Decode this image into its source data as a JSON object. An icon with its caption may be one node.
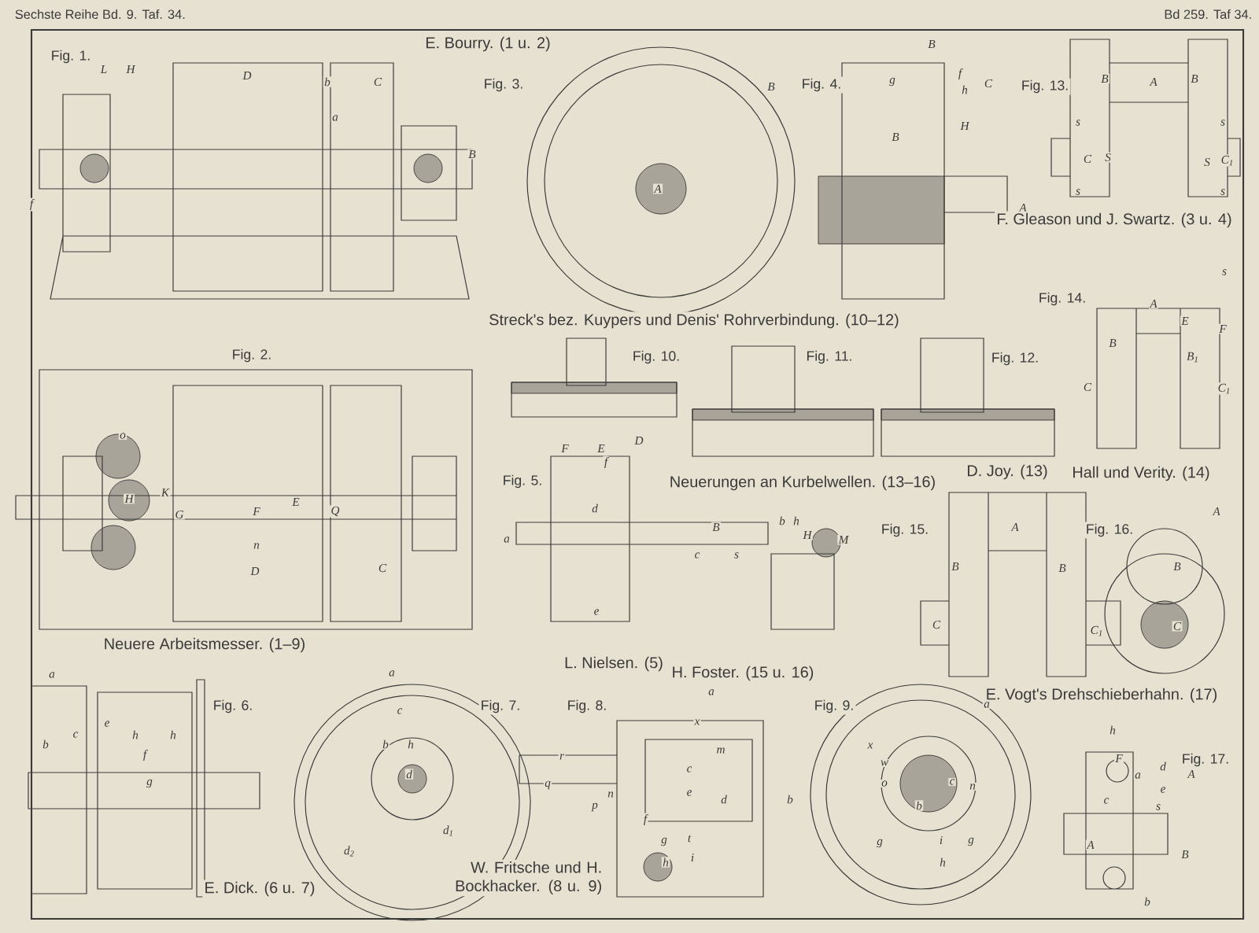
{
  "diagram": {
    "labels": [
      "Sechste Reihe Bd. 9. Taf. 34.",
      "Bd 259. Taf 34.",
      "Fig. 1.",
      "L",
      "H",
      "D",
      "b",
      "C",
      "a",
      "f",
      "B",
      "E. Bourry. (1 u. 2)",
      "Fig. 3.",
      "B",
      "A",
      "Fig. 4.",
      "B",
      "g",
      "f",
      "h",
      "C",
      "H",
      "B",
      "A",
      "Fig. 13.",
      "B",
      "A",
      "B",
      "s",
      "s",
      "C",
      "S",
      "S",
      "C$_{1}$",
      "s",
      "s",
      "F. Gleason und J. Swartz. (3 u. 4)",
      "Fig. 2.",
      "o",
      "H",
      "K",
      "G",
      "F",
      "E",
      "Q",
      "n",
      "D",
      "C",
      "Streck's bez. Kuypers und Denis' Rohrverbindung. (10–12)",
      "Fig. 10.",
      "Fig. 11.",
      "Fig. 12.",
      "Fig. 14.",
      "s",
      "A",
      "E",
      "F",
      "B",
      "B$_{1}$",
      "C",
      "C$_{1}$",
      "Fig. 5.",
      "F",
      "E",
      "D",
      "f",
      "d",
      "a",
      "B",
      "c",
      "s",
      "b",
      "h",
      "H",
      "M",
      "e",
      "Neuerungen an Kurbelwellen. (13–16)",
      "D. Joy. (13)",
      "Hall und Verity. (14)",
      "Fig. 15.",
      "A",
      "B",
      "B",
      "C",
      "C$_{1}$",
      "Fig. 16.",
      "A",
      "B",
      "C",
      "Neuere Arbeitsmesser. (1–9)",
      "L. Nielsen. (5)",
      "H. Foster. (15 u. 16)",
      "E. Vogt's Drehschieberhahn. (17)",
      "Fig. 6.",
      "a",
      "b",
      "c",
      "e",
      "h",
      "h",
      "f",
      "g",
      "E. Dick. (6 u. 7)",
      "Fig. 7.",
      "a",
      "c",
      "b",
      "h",
      "d",
      "d$_{1}$",
      "d$_{2}$",
      "W. Fritsche und H. Bockhacker. (8 u. 9)",
      "Fig. 8.",
      "r",
      "q",
      "p",
      "n",
      "a",
      "x",
      "m",
      "c",
      "e",
      "d",
      "b",
      "f",
      "g",
      "t",
      "i",
      "h",
      "Fig. 9.",
      "a",
      "x",
      "w",
      "o",
      "c",
      "n",
      "b",
      "g",
      "i",
      "g",
      "h",
      "Fig. 17.",
      "h",
      "F",
      "a",
      "d",
      "A",
      "c",
      "e",
      "s",
      "A",
      "B",
      "b"
    ]
  }
}
